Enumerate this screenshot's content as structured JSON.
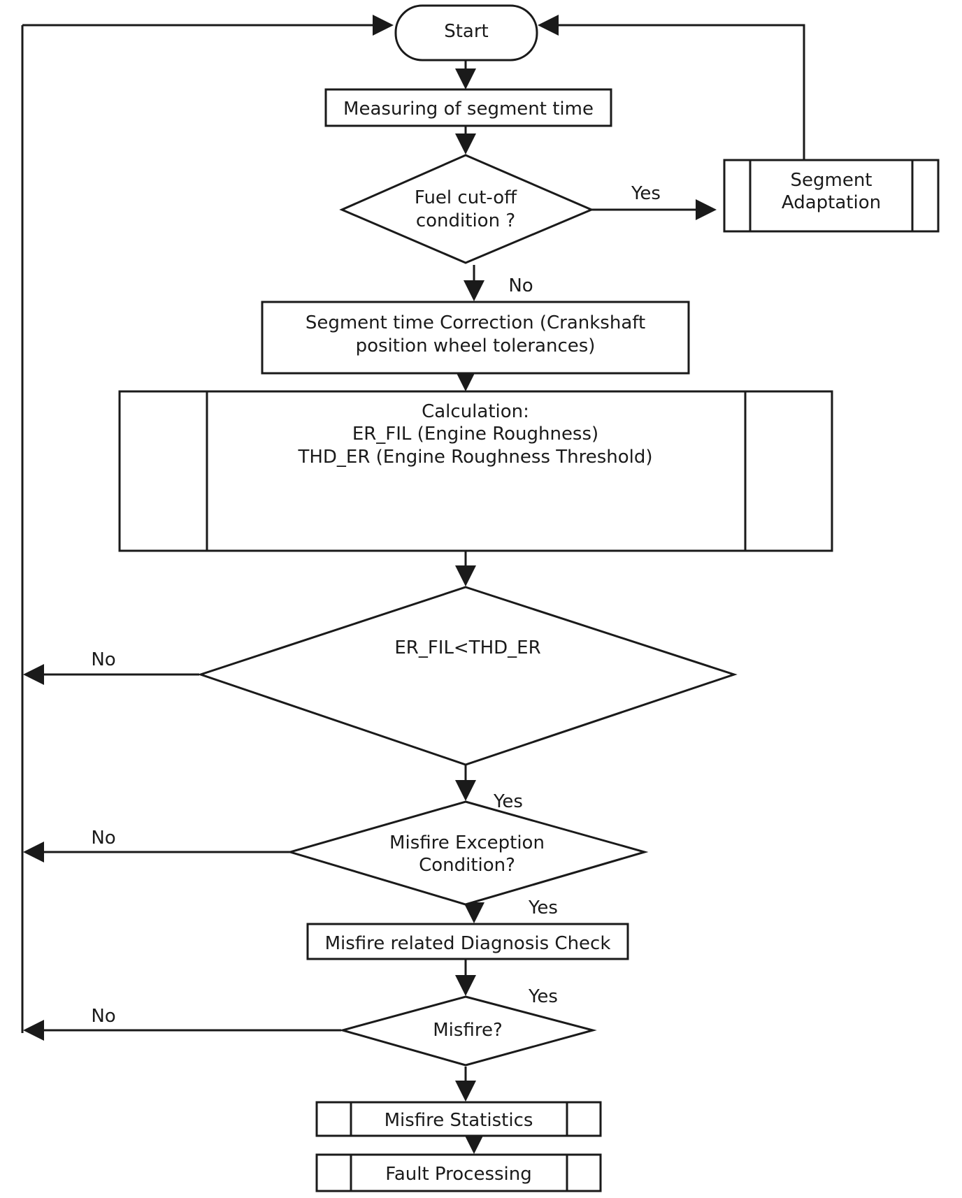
{
  "nodes": {
    "start": "Start",
    "measuring": "Measuring of segment time",
    "fuel_cutoff": [
      "Fuel cut-off",
      "condition ?"
    ],
    "segment_adaptation": [
      "Segment",
      "Adaptation"
    ],
    "segment_correction": [
      "Segment time Correction (Crankshaft",
      "position wheel tolerances)"
    ],
    "calculation": [
      "Calculation:",
      "ER_FIL (Engine Roughness)",
      "THD_ER (Engine Roughness Threshold)"
    ],
    "er_compare": "ER_FIL<THD_ER",
    "misfire_exception": [
      "Misfire Exception",
      "Condition?"
    ],
    "diagnosis_check": "Misfire related Diagnosis Check",
    "misfire": "Misfire?",
    "misfire_statistics": "Misfire Statistics",
    "fault_processing": "Fault Processing"
  },
  "edge_labels": {
    "fuel_yes": "Yes",
    "fuel_no": "No",
    "er_no": "No",
    "er_yes": "Yes",
    "exception_no": "No",
    "exception_yes": "Yes",
    "misfire_no": "No",
    "misfire_yes": "Yes"
  }
}
